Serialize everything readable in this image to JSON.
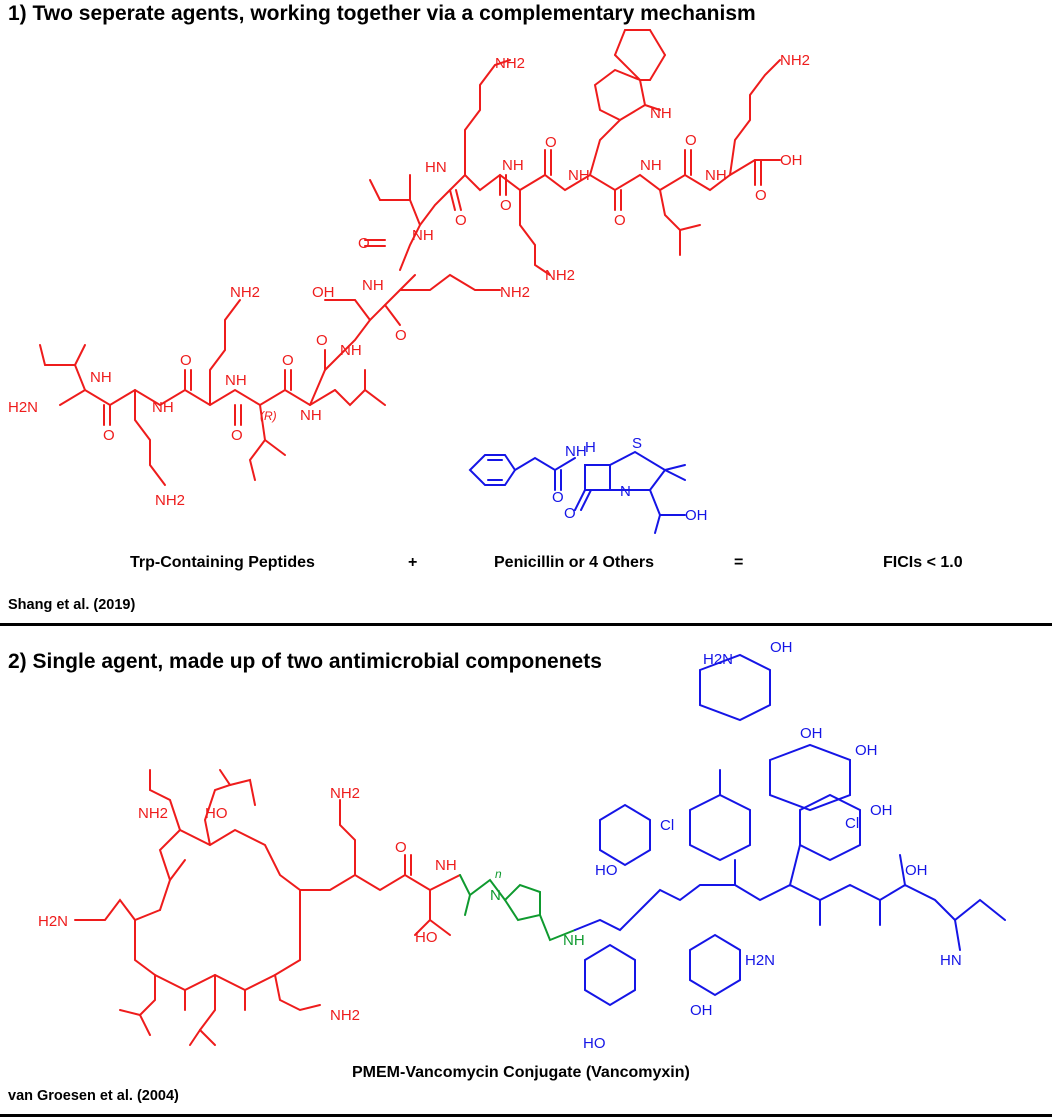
{
  "section1": {
    "heading": "1) Two seperate agents, working together via a complementary mechanism",
    "caption_peptides": "Trp-Containing Peptides",
    "caption_plus": "+",
    "caption_penicillin": "Penicillin or 4 Others",
    "caption_equals": "=",
    "caption_result": "FICIs < 1.0",
    "citation": "Shang et al. (2019)"
  },
  "section2": {
    "heading": "2) Single agent, made up of two antimicrobial componenets",
    "caption": "PMEM-Vancomycin Conjugate (Vancomyxin)",
    "citation": "van Groesen et al. (2004)"
  },
  "colors": {
    "peptide": "#ee1c1c",
    "antibiotic": "#1515e6",
    "linker": "#0f9a2f",
    "text": "#000000"
  },
  "atom_labels": {
    "nh2": "NH2",
    "h2n": "H2N",
    "nh": "NH",
    "hn": "HN",
    "n": "N",
    "o": "O",
    "oh": "OH",
    "ho": "HO",
    "cooh_oh": "OH",
    "s": "S",
    "h": "H",
    "cl": "Cl",
    "stereo_r": "(R)",
    "n_subscript": "n",
    "h2n_sugar": "H2N"
  }
}
